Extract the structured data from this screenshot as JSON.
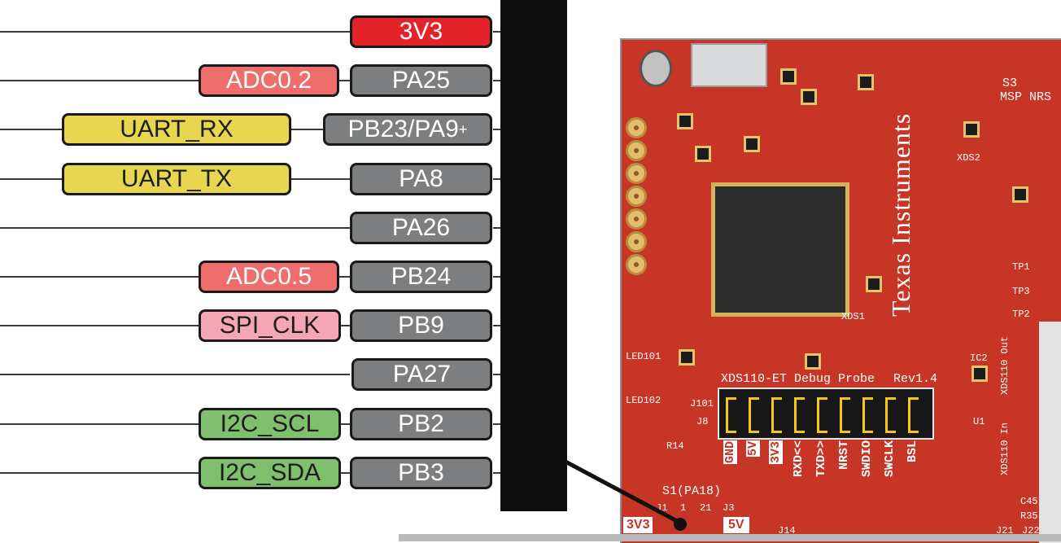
{
  "pins": [
    {
      "pin": "3V3",
      "kind": "pwr",
      "funcs": []
    },
    {
      "pin": "PA25",
      "kind": "pin",
      "funcs": [
        {
          "text": "ADC0.2",
          "kind": "adc"
        }
      ]
    },
    {
      "pin": "PB23/PA9",
      "sup": "+",
      "kind": "pin",
      "funcs": [
        {
          "text": "UART_RX",
          "kind": "uart"
        }
      ]
    },
    {
      "pin": "PA8",
      "kind": "pin",
      "funcs": [
        {
          "text": "UART_TX",
          "kind": "uart"
        }
      ]
    },
    {
      "pin": "PA26",
      "kind": "pin",
      "funcs": []
    },
    {
      "pin": "PB24",
      "kind": "pin",
      "funcs": [
        {
          "text": "ADC0.5",
          "kind": "adc"
        }
      ]
    },
    {
      "pin": "PB9",
      "kind": "pin",
      "funcs": [
        {
          "text": "SPI_CLK",
          "kind": "spi"
        }
      ]
    },
    {
      "pin": "PA27",
      "kind": "pin",
      "funcs": []
    },
    {
      "pin": "PB2",
      "kind": "pin",
      "funcs": [
        {
          "text": "I2C_SCL",
          "kind": "i2c"
        }
      ]
    },
    {
      "pin": "PB3",
      "kind": "pin",
      "funcs": [
        {
          "text": "I2C_SDA",
          "kind": "i2c"
        }
      ]
    }
  ],
  "colors": {
    "pin_gray": "#7d7e80",
    "power_red": "#e2232a",
    "adc_red": "#ee6e6e",
    "uart_yellow": "#e8d651",
    "spi_pink": "#f4a7b3",
    "i2c_green": "#7fbf6e",
    "header_dot": "#f6c416",
    "board_red": "#c63526"
  },
  "board": {
    "brand": "Texas Instruments",
    "probe_label": "XDS110-ET Debug Probe",
    "rev": "Rev1.4",
    "bus_labels": [
      "GND",
      "5V",
      "3V3",
      "RXD<<",
      "TXD>>",
      "NRST",
      "SWDIO",
      "SWCLK",
      "BSL"
    ],
    "silk": {
      "s3": "S3",
      "msp_nrst": "MSP  NRS",
      "xds1": "XDS1",
      "xds2": "XDS2",
      "led101": "LED101",
      "led102": "LED102",
      "j101": "J101",
      "j8": "J8",
      "r14": "R14",
      "s1": "S1(PA18)",
      "j1": "J1",
      "one": "1",
      "twentyone": "21",
      "j3": "J3",
      "tag_3v3": "3V3",
      "tag_5v": "5V",
      "j14": "J14",
      "j21": "J21",
      "j22": "J22",
      "tp1": "TP1",
      "tp3": "TP3",
      "tp2": "TP2",
      "ic2": "IC2",
      "u1": "U1",
      "xds110_out": "XDS110 Out",
      "xds110_in": "XDS110 In",
      "c45": "C45",
      "r35": "R35"
    }
  }
}
